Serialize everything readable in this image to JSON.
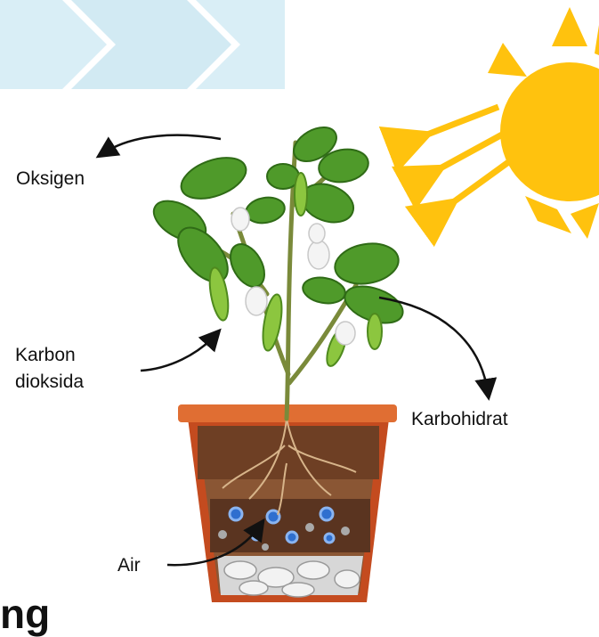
{
  "labels": {
    "oksigen": "Oksigen",
    "karbon_line1": "Karbon",
    "karbon_line2": "dioksida",
    "karbohidrat": "Karbohidrat",
    "air": "Air"
  },
  "partial_text": "ng",
  "colors": {
    "chevron": "#d9eef6",
    "sun": "#ffc20e",
    "leaf": "#4f9a2a",
    "leaf_dark": "#2f6b16",
    "pot": "#d9622b",
    "soil": "#7a4a2e",
    "water_bead": "#2f6fcf",
    "arrow": "#111111"
  }
}
